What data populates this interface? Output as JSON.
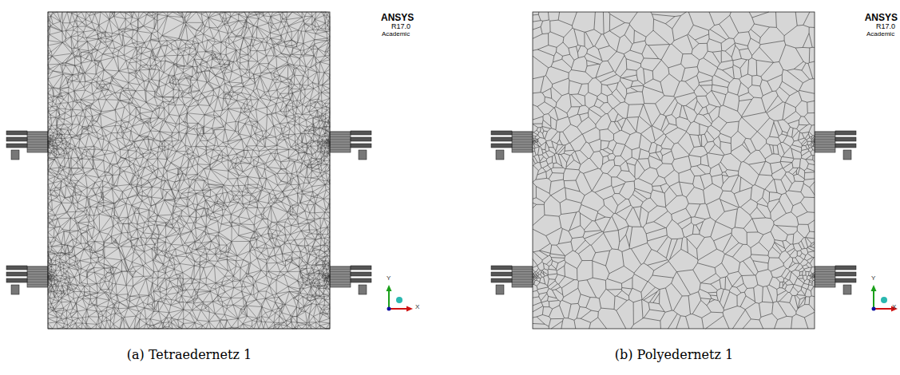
{
  "diagram": {
    "labels": [
      "ANSYS",
      "R17.0",
      "Academic",
      "Y",
      "X",
      "(a) Tetraedernetz 1",
      "ANSYS",
      "R17.0",
      "Academic",
      "Y",
      "X",
      "(b) Polyedernetz 1"
    ]
  }
}
